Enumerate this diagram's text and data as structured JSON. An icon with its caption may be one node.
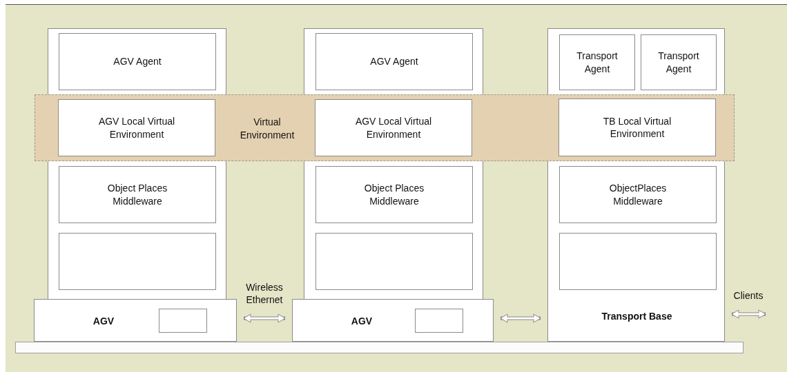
{
  "diagram": {
    "nodes": [
      {
        "text": [],
        "shape": "box"
      },
      {
        "text": [
          "AGV Agent"
        ],
        "in": 0
      },
      {
        "text": [
          "AGV Local Virtual Environment"
        ]
      },
      {
        "text": [
          "Object Places Middleware"
        ],
        "in": 0
      },
      {
        "text": [],
        "shape": "box",
        "in": 0
      },
      {
        "text": [
          "AGV"
        ]
      },
      {
        "text": [],
        "shape": "box",
        "in": 5
      },
      {
        "text": [],
        "shape": "box"
      },
      {
        "text": [
          "AGV Agent"
        ],
        "in": 7
      },
      {
        "text": [
          "AGV Local Virtual Environment"
        ]
      },
      {
        "text": [
          "Object Places Middleware"
        ],
        "in": 7
      },
      {
        "text": [],
        "shape": "box",
        "in": 7
      },
      {
        "text": [
          "AGV"
        ]
      },
      {
        "text": [],
        "shape": "box",
        "in": 12
      },
      {
        "text": [
          "Transport Base"
        ]
      },
      {
        "text": [
          "Transport Agent"
        ],
        "in": 14
      },
      {
        "text": [
          "Transport Agent"
        ],
        "in": 14
      },
      {
        "text": [
          "TB Local Virtual Environment"
        ]
      },
      {
        "text": [
          "ObjectPlaces Middleware"
        ],
        "in": 14
      },
      {
        "text": [],
        "shape": "box",
        "in": 14
      },
      {
        "text": [
          "Virtual Environment"
        ]
      },
      {
        "text": [],
        "shape": "bar"
      }
    ],
    "edges": [
      {
        "from": 5,
        "to": 12,
        "arrow": "both",
        "label": "Wireless Ethernet"
      },
      {
        "from": 12,
        "to": 14,
        "arrow": "both"
      },
      {
        "from": 14,
        "to": null,
        "arrow": "both",
        "label": "Clients"
      }
    ]
  }
}
